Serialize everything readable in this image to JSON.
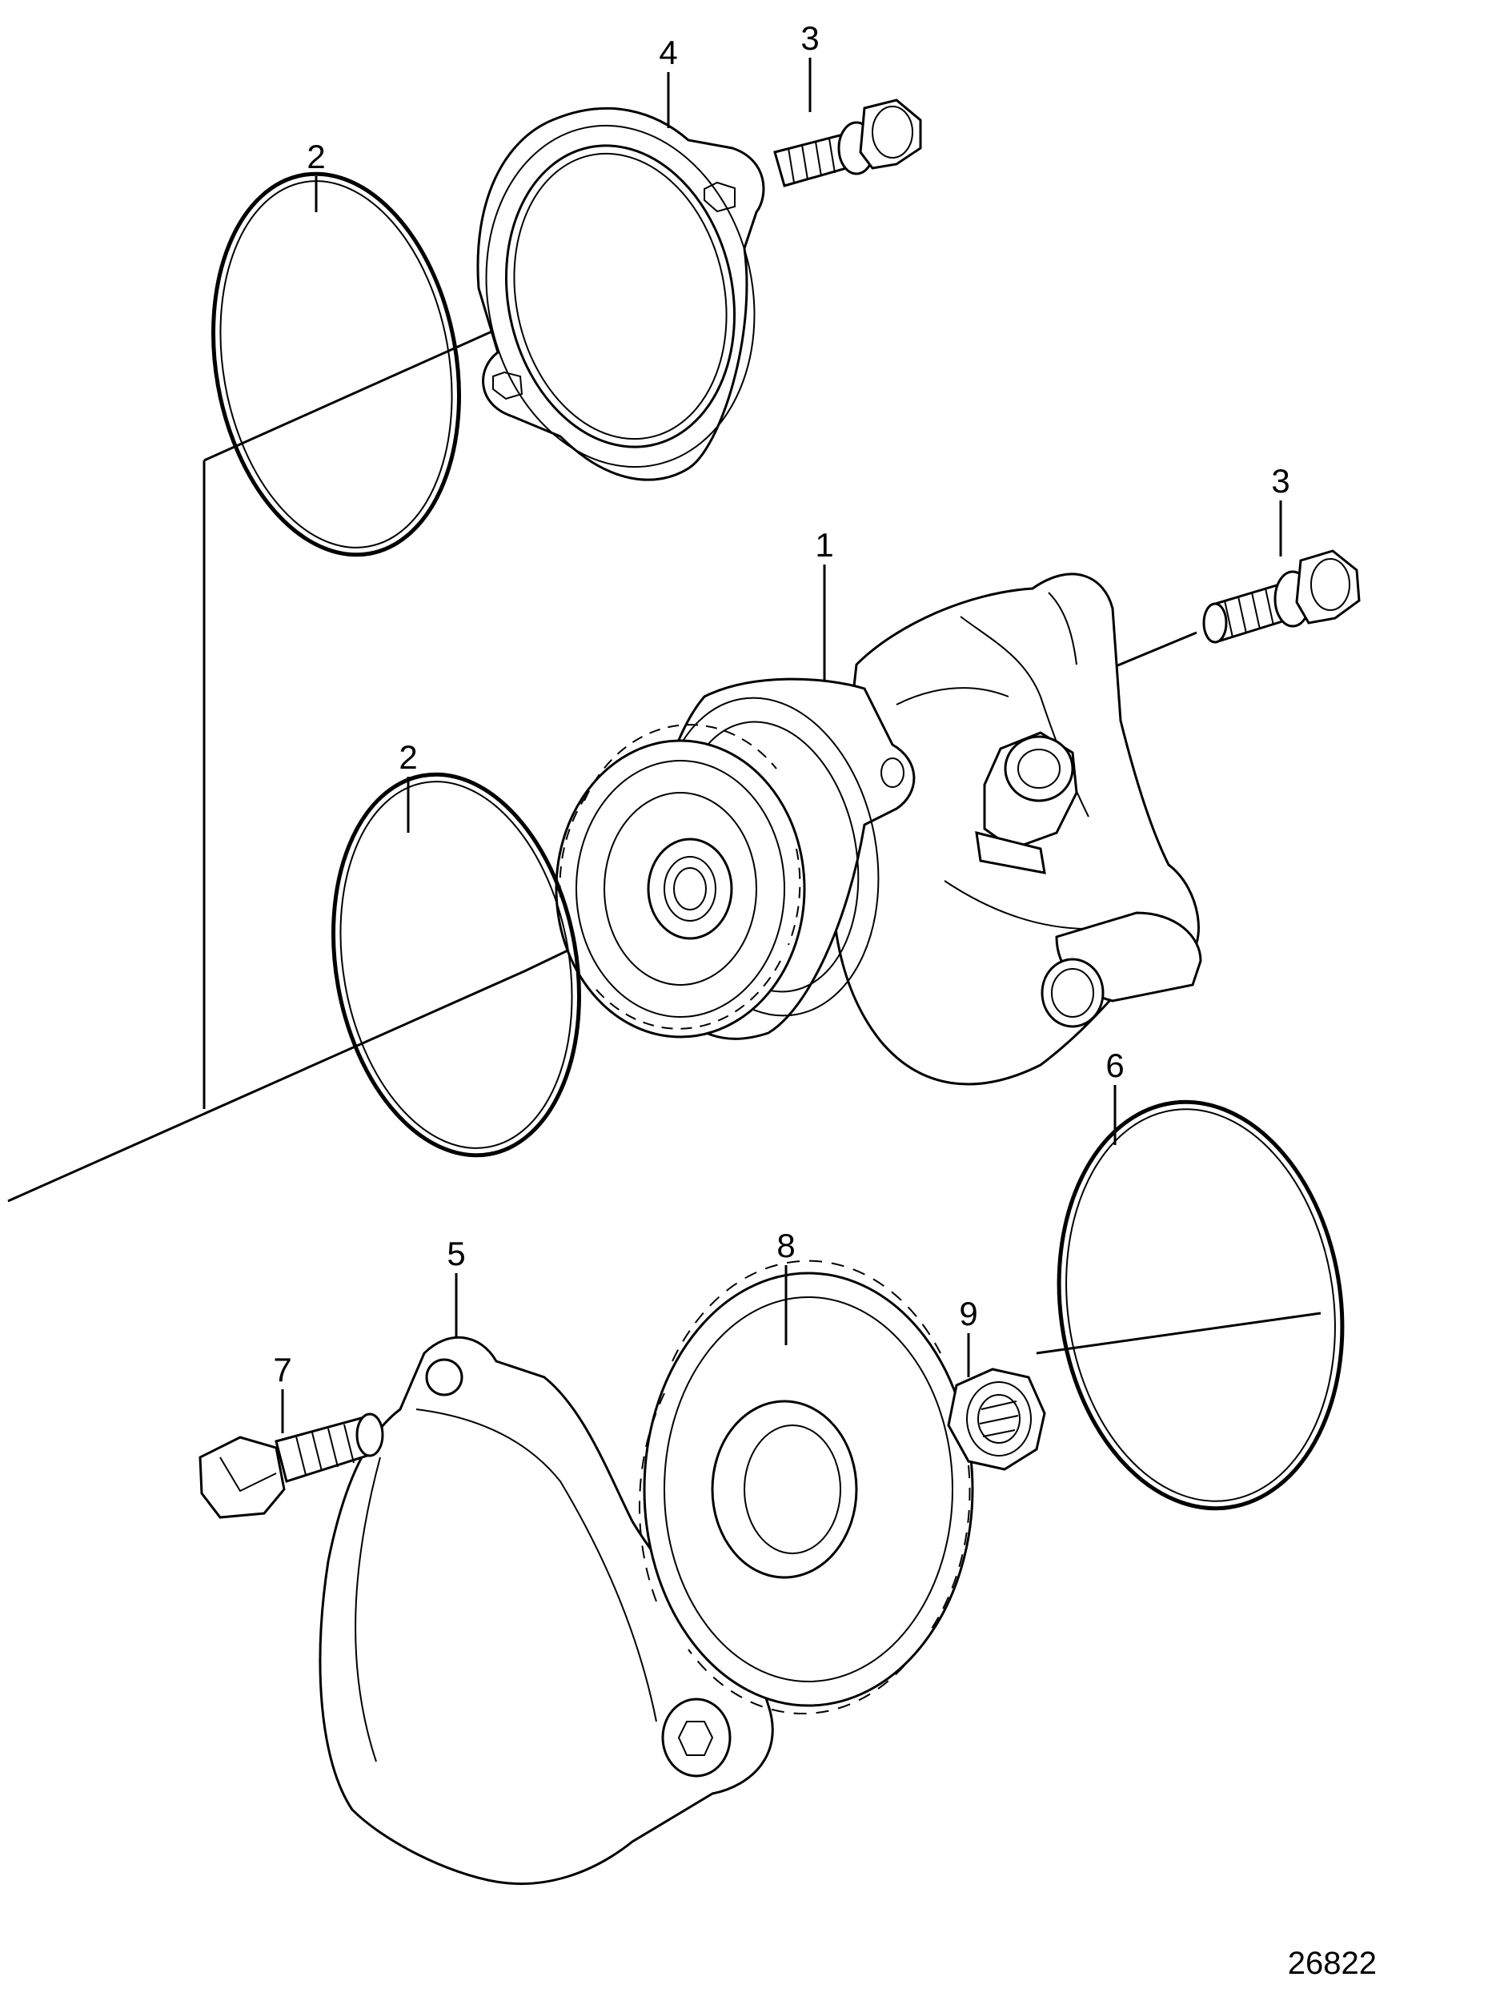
{
  "diagram": {
    "callouts": [
      {
        "id": "1",
        "label": "1"
      },
      {
        "id": "2a",
        "label": "2"
      },
      {
        "id": "2b",
        "label": "2"
      },
      {
        "id": "3a",
        "label": "3"
      },
      {
        "id": "3b",
        "label": "3"
      },
      {
        "id": "4",
        "label": "4"
      },
      {
        "id": "5",
        "label": "5"
      },
      {
        "id": "6",
        "label": "6"
      },
      {
        "id": "7",
        "label": "7"
      },
      {
        "id": "8",
        "label": "8"
      },
      {
        "id": "9",
        "label": "9"
      }
    ],
    "reference_number": "26822"
  }
}
